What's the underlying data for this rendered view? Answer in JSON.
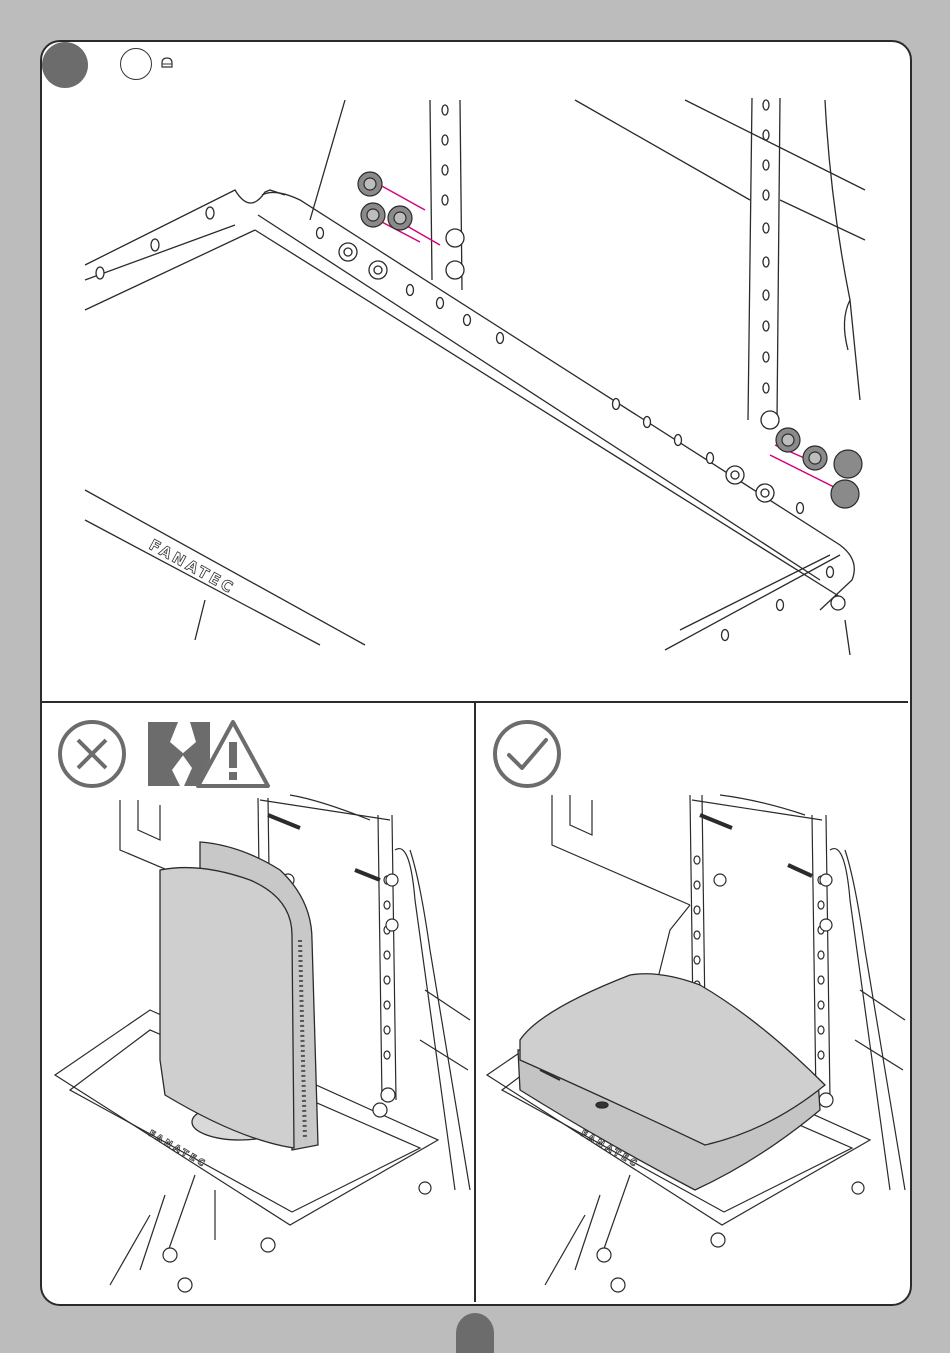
{
  "brand": {
    "logo_text": "FANATEC"
  },
  "panels": {
    "top": {
      "icons": [
        "step-number-badge",
        "quantity-circle",
        "cap-nut-icon"
      ]
    },
    "bottom_left": {
      "status": "incorrect",
      "icons": [
        "cross-circle-icon",
        "broken-surface-icon",
        "warning-triangle-icon"
      ]
    },
    "bottom_right": {
      "status": "correct",
      "icons": [
        "check-circle-icon"
      ]
    }
  },
  "colors": {
    "background": "#bcbcbc",
    "panel": "#ffffff",
    "badge": "#6c6c6c",
    "highlight": "#d6007e",
    "console": "#cfcfcf"
  }
}
